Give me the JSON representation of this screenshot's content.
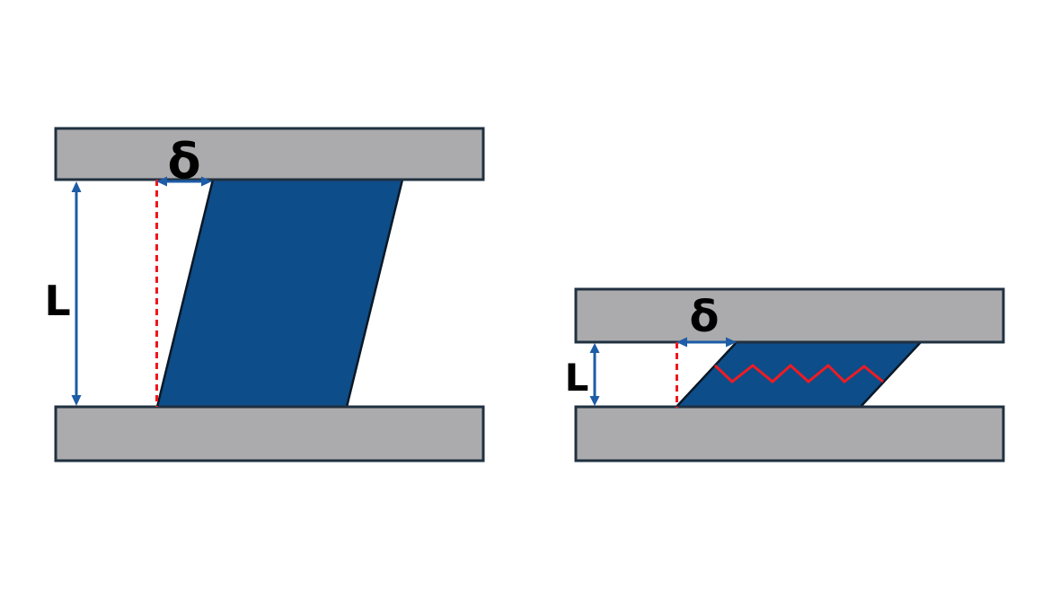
{
  "colors": {
    "background": "#ffffff",
    "plate_fill": "#ababad",
    "plate_border": "#203040",
    "adhesive_fill": "#0d4d89",
    "adhesive_border": "#0a1826",
    "dimension_arrow": "#1d5ca6",
    "reference_line": "#f1151b",
    "crack_line": "#ee1c23",
    "label_text": "#000000"
  },
  "left_diagram": {
    "delta_label": "δ",
    "length_label": "L"
  },
  "right_diagram": {
    "delta_label": "δ",
    "length_label": "L"
  }
}
